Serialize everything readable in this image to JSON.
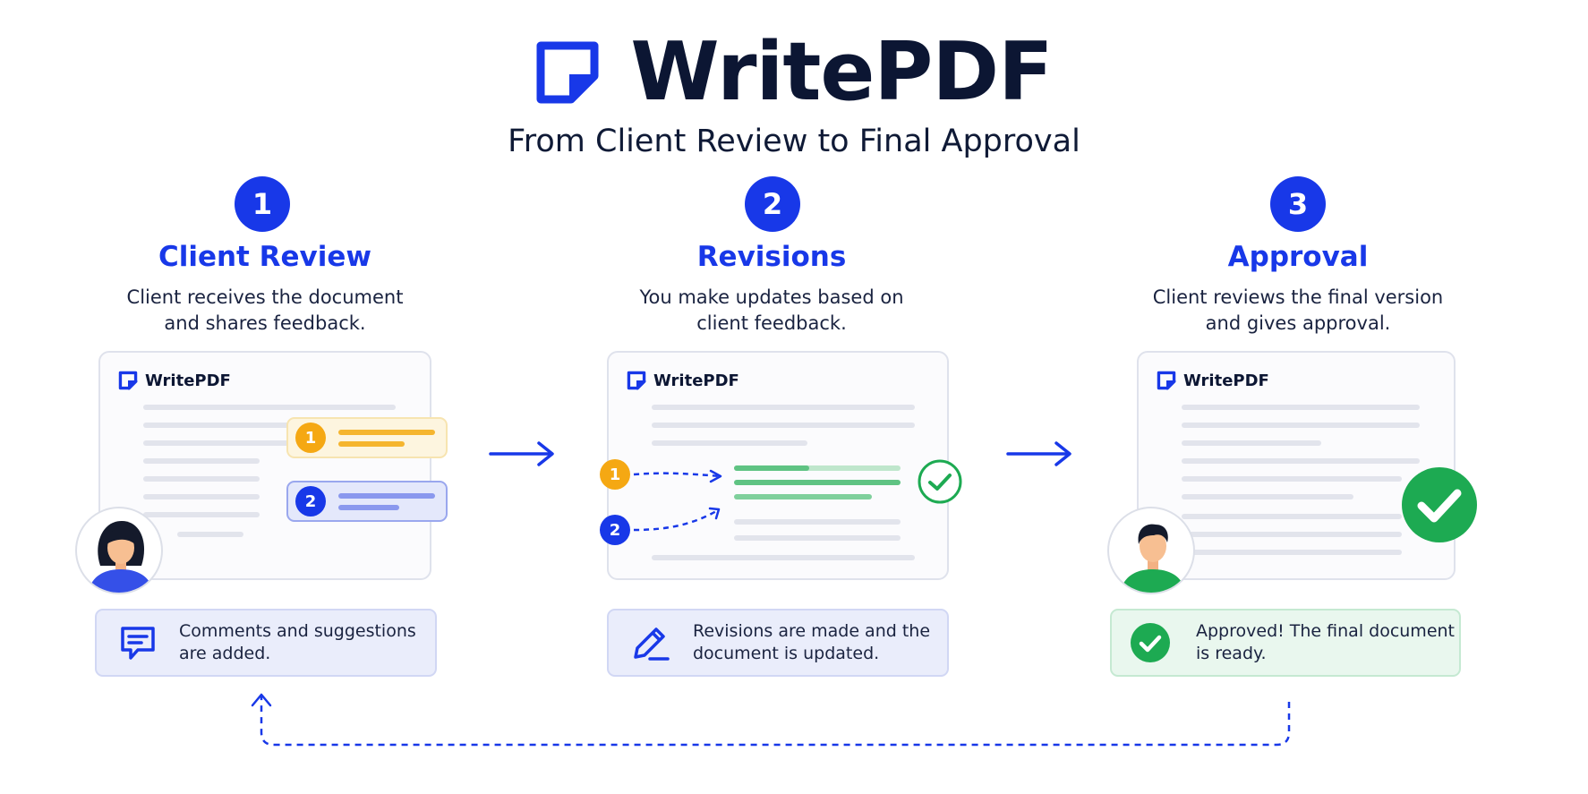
{
  "header": {
    "brand": "WritePDF",
    "subtitle": "From Client Review to Final Approval"
  },
  "colors": {
    "primary": "#1838e8",
    "orange": "#f5a813",
    "green": "#1daa52",
    "text": "#0c1633"
  },
  "steps": [
    {
      "number": "1",
      "title": "Client Review",
      "description_line1": "Client receives the document",
      "description_line2": "and shares feedback.",
      "card_brand": "WritePDF",
      "note_badges": [
        "1",
        "2"
      ],
      "info_icon": "comment-icon",
      "info_line1": "Comments and suggestions",
      "info_line2": "are added."
    },
    {
      "number": "2",
      "title": "Revisions",
      "description_line1": "You make updates based on",
      "description_line2": "client feedback.",
      "card_brand": "WritePDF",
      "note_badges": [
        "1",
        "2"
      ],
      "info_icon": "pencil-icon",
      "info_line1": "Revisions are made and the",
      "info_line2": "document is updated."
    },
    {
      "number": "3",
      "title": "Approval",
      "description_line1": "Client reviews the final version",
      "description_line2": "and gives approval.",
      "card_brand": "WritePDF",
      "info_icon": "check-circle-icon",
      "info_line1": "Approved! The final document",
      "info_line2": "is ready."
    }
  ]
}
